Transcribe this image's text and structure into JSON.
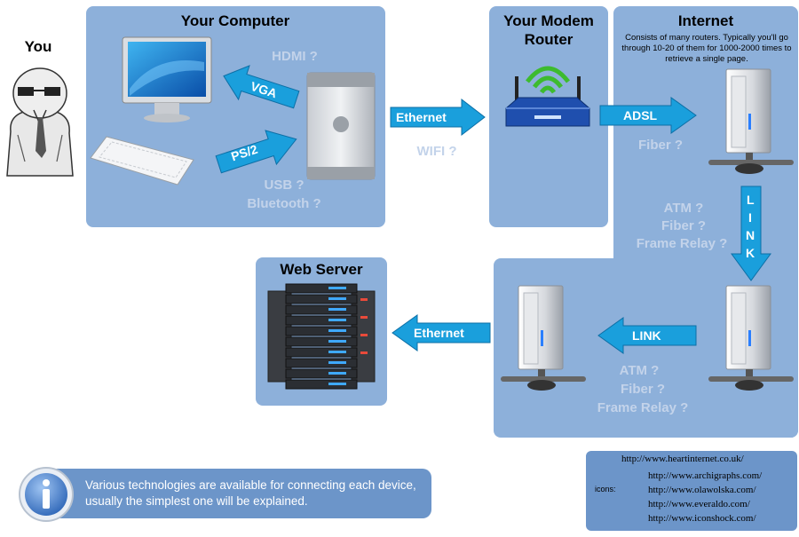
{
  "you_label": "You",
  "computer": {
    "title": "Your Computer",
    "arrow_vga": "VGA",
    "arrow_ps2": "PS/2",
    "alt_display": "HDMI ?",
    "alt_input_1": "USB ?",
    "alt_input_2": "Bluetooth ?"
  },
  "link_ethernet_1": {
    "label": "Ethernet",
    "alt": "WIFI ?"
  },
  "modem": {
    "title_line1": "Your Modem",
    "title_line2": "Router"
  },
  "link_adsl": {
    "label": "ADSL",
    "alt": "Fiber ?"
  },
  "internet": {
    "title": "Internet",
    "note": "Consists of many routers. Typically you'll go through 10-20 of them for 1000-2000 times to retrieve a single page.",
    "link_vertical": [
      "L",
      "I",
      "N",
      "K"
    ],
    "alt_vertical": [
      "ATM ?",
      "Fiber ?",
      "Frame Relay ?"
    ],
    "link_horizontal": "LINK",
    "alt_horizontal": [
      "ATM ?",
      "Fiber ?",
      "Frame Relay ?"
    ]
  },
  "link_ethernet_2": {
    "label": "Ethernet"
  },
  "webserver": {
    "title": "Web Server"
  },
  "info_box": {
    "text": "Various technologies are available for connecting each device, usually the simplest one will be explained."
  },
  "credits": {
    "main": "http://www.heartinternet.co.uk/",
    "icons_label": "icons:",
    "icons": [
      "http://www.archigraphs.com/",
      "http://www.olawolska.com/",
      "http://www.everaldo.com/",
      "http://www.iconshock.com/"
    ]
  },
  "colors": {
    "panel": "#8db0da",
    "arrow": "#1a9fdc",
    "ghost_text": "#c3d3ea",
    "info_box": "#6c95c9"
  }
}
